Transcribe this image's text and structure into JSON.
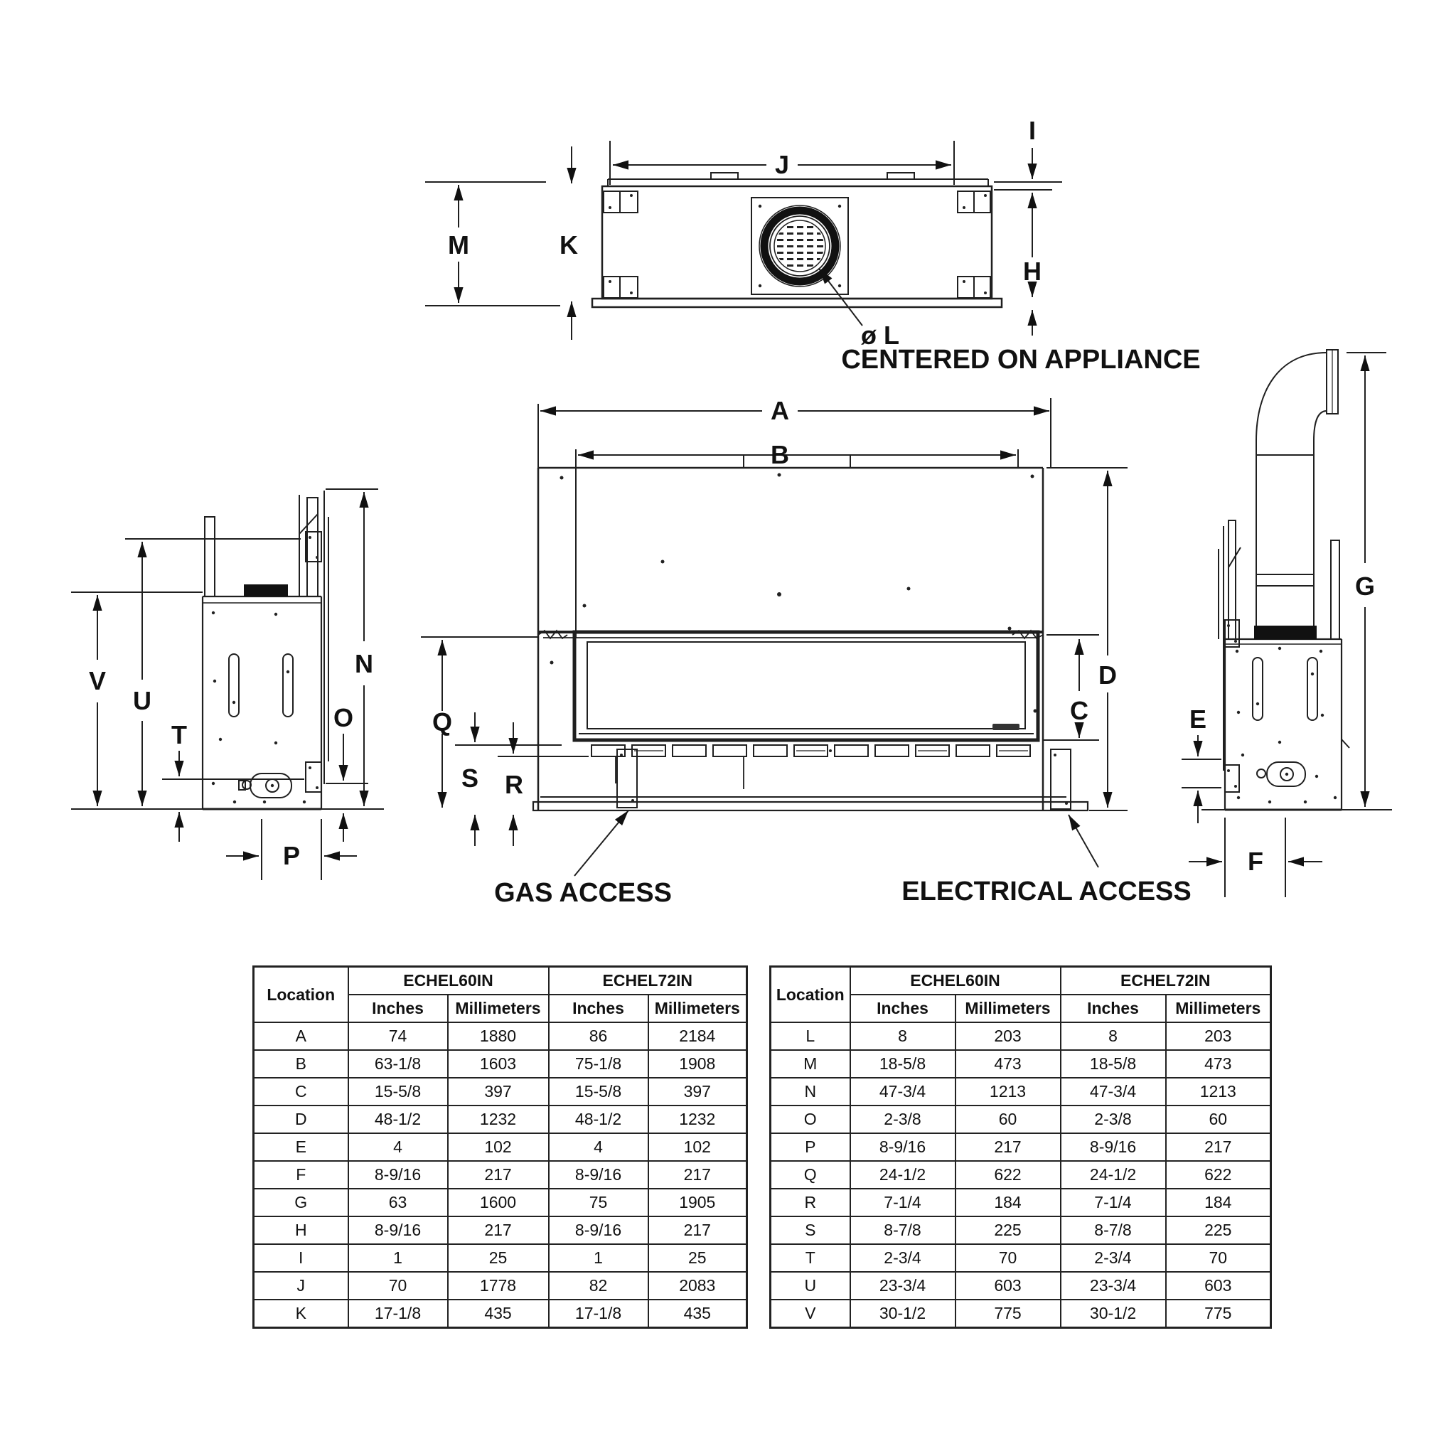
{
  "diagram": {
    "labels": {
      "A": "A",
      "B": "B",
      "C": "C",
      "D": "D",
      "E": "E",
      "F": "F",
      "G": "G",
      "H": "H",
      "I": "I",
      "J": "J",
      "K": "K",
      "M": "M",
      "N": "N",
      "O": "O",
      "P": "P",
      "Q": "Q",
      "R": "R",
      "S": "S",
      "T": "T",
      "U": "U",
      "V": "V"
    },
    "flue_diameter_label": "ø L",
    "centered_on_appliance": "CENTERED ON APPLIANCE",
    "gas_access": "GAS ACCESS",
    "electrical_access": "ELECTRICAL ACCESS"
  },
  "tables": {
    "left": {
      "header": {
        "location": "Location",
        "model_1": "ECHEL60IN",
        "model_2": "ECHEL72IN",
        "sub": [
          "Inches",
          "Millimeters",
          "Inches",
          "Millimeters"
        ]
      },
      "rows": [
        [
          "A",
          "74",
          "1880",
          "86",
          "2184"
        ],
        [
          "B",
          "63-1/8",
          "1603",
          "75-1/8",
          "1908"
        ],
        [
          "C",
          "15-5/8",
          "397",
          "15-5/8",
          "397"
        ],
        [
          "D",
          "48-1/2",
          "1232",
          "48-1/2",
          "1232"
        ],
        [
          "E",
          "4",
          "102",
          "4",
          "102"
        ],
        [
          "F",
          "8-9/16",
          "217",
          "8-9/16",
          "217"
        ],
        [
          "G",
          "63",
          "1600",
          "75",
          "1905"
        ],
        [
          "H",
          "8-9/16",
          "217",
          "8-9/16",
          "217"
        ],
        [
          "I",
          "1",
          "25",
          "1",
          "25"
        ],
        [
          "J",
          "70",
          "1778",
          "82",
          "2083"
        ],
        [
          "K",
          "17-1/8",
          "435",
          "17-1/8",
          "435"
        ]
      ]
    },
    "right": {
      "header": {
        "location": "Location",
        "model_1": "ECHEL60IN",
        "model_2": "ECHEL72IN",
        "sub": [
          "Inches",
          "Millimeters",
          "Inches",
          "Millimeters"
        ]
      },
      "rows": [
        [
          "L",
          "8",
          "203",
          "8",
          "203"
        ],
        [
          "M",
          "18-5/8",
          "473",
          "18-5/8",
          "473"
        ],
        [
          "N",
          "47-3/4",
          "1213",
          "47-3/4",
          "1213"
        ],
        [
          "O",
          "2-3/8",
          "60",
          "2-3/8",
          "60"
        ],
        [
          "P",
          "8-9/16",
          "217",
          "8-9/16",
          "217"
        ],
        [
          "Q",
          "24-1/2",
          "622",
          "24-1/2",
          "622"
        ],
        [
          "R",
          "7-1/4",
          "184",
          "7-1/4",
          "184"
        ],
        [
          "S",
          "8-7/8",
          "225",
          "8-7/8",
          "225"
        ],
        [
          "T",
          "2-3/4",
          "70",
          "2-3/4",
          "70"
        ],
        [
          "U",
          "23-3/4",
          "603",
          "23-3/4",
          "603"
        ],
        [
          "V",
          "30-1/2",
          "775",
          "30-1/2",
          "775"
        ]
      ]
    }
  }
}
